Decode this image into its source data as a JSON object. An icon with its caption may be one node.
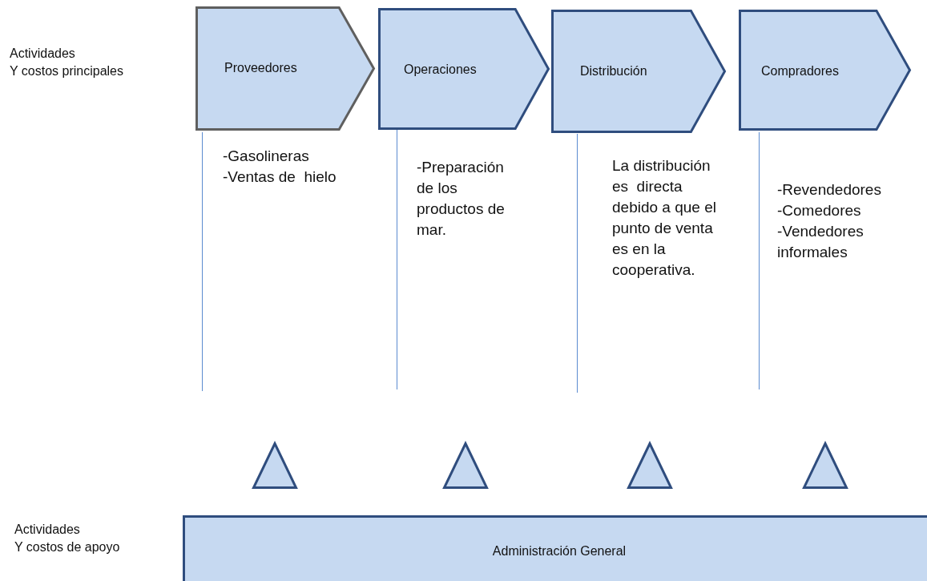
{
  "diagram": {
    "nodes": [
      {
        "text": [
          "Proveedores"
        ],
        "beside": [
          "-Gasolineras",
          "-Ventas de  hielo"
        ]
      },
      {
        "text": [
          "Operaciones"
        ],
        "beside": [
          "-Preparación de los productos de mar."
        ]
      },
      {
        "text": [
          "Distribución"
        ],
        "beside": [
          "La distribución es  directa debido a que el punto de venta es en la cooperativa."
        ]
      },
      {
        "text": [
          "Compradores"
        ],
        "beside": [
          "-Revendedores",
          "-Comedores",
          "-Vendedores informales"
        ]
      },
      {
        "text": [],
        "shape": "triangle"
      },
      {
        "text": [],
        "shape": "triangle"
      },
      {
        "text": [],
        "shape": "triangle"
      },
      {
        "text": [],
        "shape": "triangle"
      },
      {
        "text": [
          "Administración General"
        ]
      }
    ],
    "edges": [],
    "labels": [
      "Actividades",
      "Y costos principales",
      "Actividades",
      "Y costos de apoyo"
    ]
  }
}
